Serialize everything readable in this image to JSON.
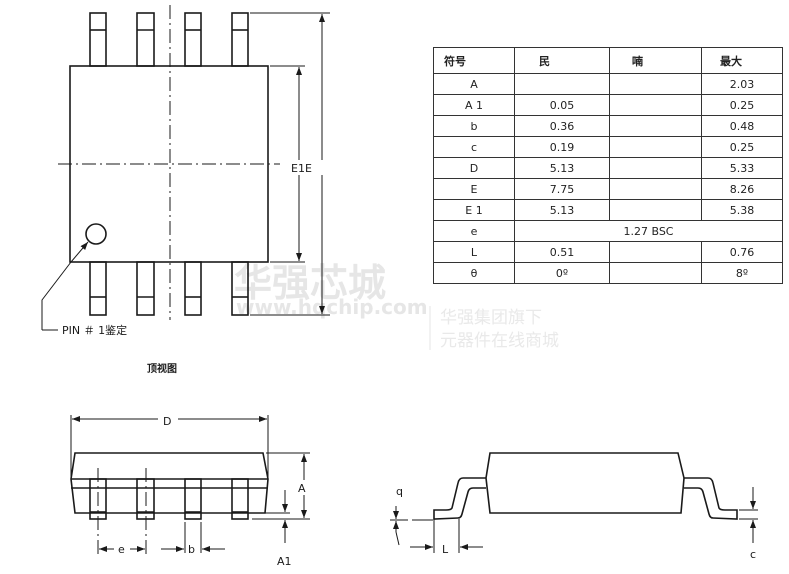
{
  "top_view": {
    "title": "顶视图",
    "pin1_label": "PIN ＃ 1鉴定",
    "dim_label": "E1E"
  },
  "side_view": {
    "D": "D",
    "A": "A",
    "A1": "A1",
    "e": "e",
    "b": "b"
  },
  "end_view": {
    "q": "q",
    "L": "L",
    "c": "c"
  },
  "watermark": {
    "brand": "华强芯城",
    "url": "www.hqchip.com",
    "line1": "华强集团旗下",
    "line2": "元器件在线商城"
  },
  "table": {
    "headers": [
      "符号",
      "民",
      "喃",
      "最大"
    ],
    "rows": [
      {
        "sym": "A",
        "min": "",
        "nom": "",
        "max": "2.03"
      },
      {
        "sym": "A 1",
        "min": "0.05",
        "nom": "",
        "max": "0.25"
      },
      {
        "sym": "b",
        "min": "0.36",
        "nom": "",
        "max": "0.48"
      },
      {
        "sym": "c",
        "min": "0.19",
        "nom": "",
        "max": "0.25"
      },
      {
        "sym": "D",
        "min": "5.13",
        "nom": "",
        "max": "5.33"
      },
      {
        "sym": "E",
        "min": "7.75",
        "nom": "",
        "max": "8.26"
      },
      {
        "sym": "E 1",
        "min": "5.13",
        "nom": "",
        "max": "5.38"
      },
      {
        "sym": "L",
        "min": "0.51",
        "nom": "",
        "max": "0.76"
      },
      {
        "sym": "θ",
        "min": "0º",
        "nom": "",
        "max": "8º"
      }
    ],
    "e_row": {
      "sym": "e",
      "value": "1.27 BSC"
    }
  }
}
